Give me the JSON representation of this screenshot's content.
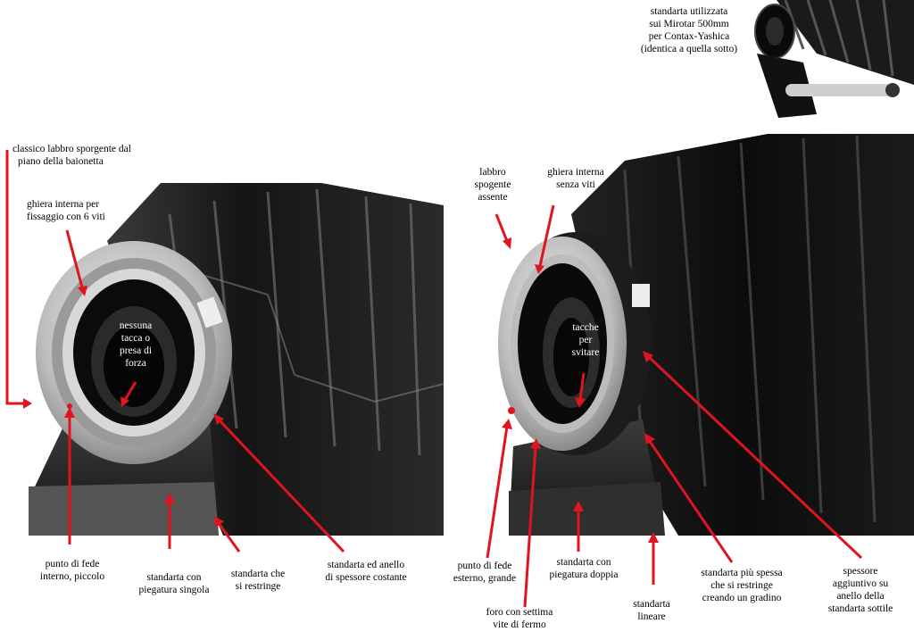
{
  "colors": {
    "arrow": "#e0141e",
    "background": "#ffffff",
    "text": "#000000"
  },
  "top_note": [
    "standarta utilizzata",
    "sui Mirotar 500mm",
    "per Contax-Yashica",
    "(identica a quella sotto)"
  ],
  "left_photo": {
    "lip_note": [
      "classico labbro sporgente dal",
      "piano della baionetta"
    ],
    "ring_note": [
      "ghiera interna per",
      "fissaggio con 6 viti"
    ],
    "center_note": [
      "nessuna",
      "tacca o",
      "presa di",
      "forza"
    ],
    "index_note": [
      "punto di fede",
      "interno, piccolo"
    ],
    "bend_note": [
      "standarta con",
      "piegatura singola"
    ],
    "taper_note": [
      "standarta che",
      "si restringe"
    ],
    "thickness_note": [
      "standarta ed anello",
      "di spessore costante"
    ]
  },
  "right_photo": {
    "lip_note": [
      "labbro",
      "spogente",
      "assente"
    ],
    "ring_note": [
      "ghiera interna",
      "senza viti"
    ],
    "center_note": [
      "tacche",
      "per",
      "svitare"
    ],
    "index_note": [
      "punto di fede",
      "esterno, grande"
    ],
    "screw_note": [
      "foro con settima",
      "vite di fermo"
    ],
    "bend_note": [
      "standarta con",
      "piegatura doppia"
    ],
    "linear_note": [
      "standarta",
      "lineare"
    ],
    "step_note": [
      "standarta più spessa",
      "che si restringe",
      "creando un gradino"
    ],
    "spacer_note": [
      "spessore",
      "aggiuntivo su",
      "anello della",
      "standarta sottile"
    ]
  }
}
